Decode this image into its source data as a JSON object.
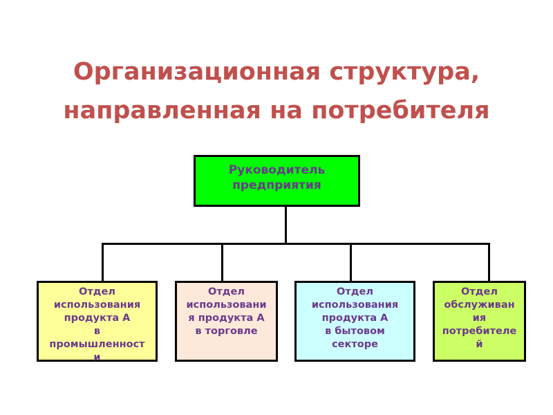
{
  "title": {
    "line1": "Организационная структура,",
    "line2": "направленная на потребителя"
  },
  "head": {
    "lines": [
      "Руководитель",
      "предприятия"
    ],
    "color": "#00ff00"
  },
  "departments": [
    {
      "lines": [
        "Отдел",
        "использования",
        "продукта А",
        "в",
        "промышленност",
        "и"
      ],
      "color": "#ffff99"
    },
    {
      "lines": [
        "Отдел",
        "использовани",
        "я продукта А",
        "в торговле"
      ],
      "color": "#fde9d9"
    },
    {
      "lines": [
        "Отдел",
        "использования",
        "продукта А",
        "в бытовом",
        "секторе"
      ],
      "color": "#ccffff"
    },
    {
      "lines": [
        "Отдел",
        "обслуживан",
        "ия",
        "потребителе",
        "й"
      ],
      "color": "#ccff66"
    }
  ]
}
